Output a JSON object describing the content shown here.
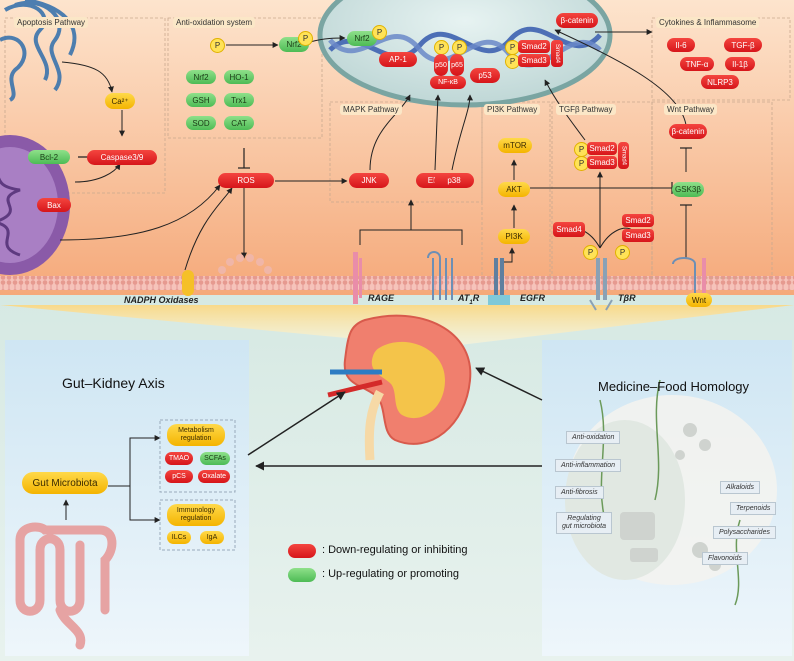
{
  "sections": {
    "apoptosis": "Apoptosis Pathway",
    "antiox": "Anti-oxidation system",
    "cytokines": "Cytokines & Inflammasome",
    "mapk": "MAPK Pathway",
    "pi3k": "PI3K Pathway",
    "tgfb": "TGFβ Pathway",
    "wnt": "Wnt Pathway"
  },
  "apoptosis": {
    "ca": "Ca²⁺",
    "bcl2": "Bcl-2",
    "casp": "Caspase3/9",
    "bax": "Bax"
  },
  "antiox": {
    "p": "P",
    "nrf2": "Nrf2",
    "nrf2_phos": "Nrf2",
    "items": [
      "Nrf2",
      "HO-1",
      "GSH",
      "Trx1",
      "SOD",
      "CAT"
    ]
  },
  "ros": "ROS",
  "nucleus": {
    "nrf2": "Nrf2",
    "ap1": "AP-1",
    "p50": "p50",
    "p65": "p65",
    "nfkb": "NF-κB",
    "p53": "p53",
    "bcat": "β-catenin",
    "smad2": "Smad2",
    "smad3": "Smad3",
    "smad4": "Smad4",
    "p": "P"
  },
  "cytokines": [
    "Il-6",
    "TGF-β",
    "TNF-α",
    "Il-1β",
    "NLRP3"
  ],
  "mapk": {
    "jnk": "JNK",
    "erk": "ERK",
    "p38": "p38"
  },
  "pi3k": {
    "mtor": "mTOR",
    "akt": "AKT",
    "pi3k": "PI3K"
  },
  "tgfb": {
    "smad2": "Smad2",
    "smad3": "Smad3",
    "smad4": "Smad4",
    "smad4b": "Smad4",
    "smad2b": "Smad2",
    "smad3b": "Smad3",
    "p": "P"
  },
  "wnt": {
    "bcat": "β-catenin",
    "gsk": "GSK3β",
    "wnt": "Wnt"
  },
  "receptors": {
    "nadph": "NADPH Oxidases",
    "rage": "RAGE",
    "at1r_main": "AT",
    "at1r_sub": "1",
    "at1r_end": "R",
    "egfr": "EGFR",
    "tbr": "TβR"
  },
  "gut": {
    "title": "Gut–Kidney Axis",
    "microbiota": "Gut Microbiota",
    "metab_line1": "Metabolism",
    "metab_line2": "regulation",
    "metab_items": [
      "TMAO",
      "SCFAs",
      "pCS",
      "Oxalate"
    ],
    "immuno_line1": "Immunology",
    "immuno_line2": "regulation",
    "immuno_items": [
      "ILCs",
      "IgA"
    ]
  },
  "mfh": {
    "title": "Medicine–Food Homology",
    "left": [
      "Anti-oxidation",
      "Anti-inflammation",
      "Anti-fibrosis",
      "Regulating\ngut microbiota"
    ],
    "right": [
      "Alkaloids",
      "Terpenoids",
      "Polysaccharides",
      "Flavonoids"
    ]
  },
  "legend": {
    "down": ": Down-regulating or inhibiting",
    "up": ": Up-regulating or promoting"
  },
  "colors": {
    "down": "#e4231f",
    "up": "#5ec060",
    "neutral": "#f5b800",
    "cell": "#f7b98a",
    "bottom": "#dcebe6"
  }
}
